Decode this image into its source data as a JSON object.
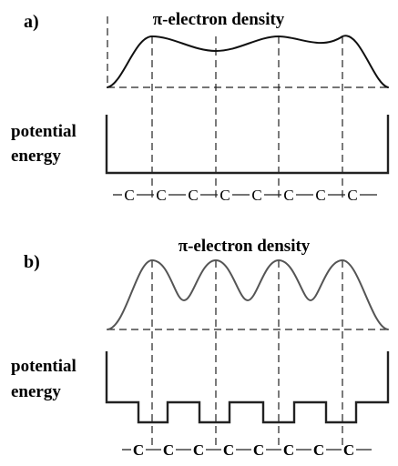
{
  "colors": {
    "curve_a": "#111111",
    "curve_b": "#555555",
    "well": "#222222",
    "text": "#000000"
  },
  "panel_a": {
    "label": "a)",
    "density_title": "π-electron density",
    "potential_label": [
      "potential",
      "energy"
    ],
    "carbon_chain": [
      "C",
      "C",
      "C",
      "C",
      "C",
      "C",
      "C",
      "C"
    ]
  },
  "panel_b": {
    "label": "b)",
    "density_title": "π-electron density",
    "potential_label": [
      "potential",
      "energy"
    ],
    "carbon_chain": [
      "C",
      "C",
      "C",
      "C",
      "C",
      "C",
      "C",
      "C"
    ]
  }
}
